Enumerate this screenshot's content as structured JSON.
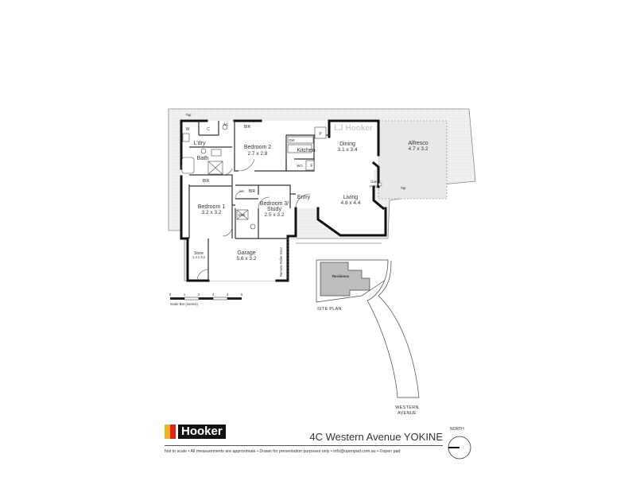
{
  "rooms": {
    "bedroom2": {
      "name": "Bedroom 2",
      "dims": "2.7 x 2.8"
    },
    "kitchen": {
      "name": "Kitchen"
    },
    "dining": {
      "name": "Dining",
      "dims": "3.1 x 3.4"
    },
    "alfresco": {
      "name": "Alfresco",
      "dims": "4.7 x 3.2"
    },
    "living": {
      "name": "Living",
      "dims": "4.8 x 4.4"
    },
    "bedroom1": {
      "name": "Bedroom 1",
      "dims": "3.2 x 3.2"
    },
    "bedroom3": {
      "name": "Bedroom 3/",
      "name2": "Study",
      "dims": "2.5 x 3.2"
    },
    "garage": {
      "name": "Garage",
      "dims": "5.6 x 3.2"
    },
    "store": {
      "name": "Store",
      "dims": "1.4 x 3.2"
    },
    "entry": {
      "name": "Entry"
    },
    "bath": {
      "name": "Bath"
    },
    "laundry": {
      "name": "L'dry"
    }
  },
  "small_labels": {
    "w": "W",
    "c": "C",
    "wc": "WC",
    "bir": "BIR",
    "p": "P",
    "dw": "DW",
    "wo": "WO",
    "f": "F",
    "lin": "Lin",
    "ens": "ENS",
    "tap": "Tap",
    "gas_point_1": "Gas",
    "gas_point_2": "Point",
    "remote_roller_door": "Remote Roller Door"
  },
  "watermark": "LJ Hooker",
  "scale_bar": {
    "ticks": [
      "0",
      "1",
      "2",
      "3",
      "4",
      "5"
    ],
    "caption": "Scale Bar (metres)"
  },
  "site_plan": {
    "residence": "Residence",
    "title": "SITE PLAN",
    "street_1": "WESTERN",
    "street_2": "AVENUE"
  },
  "footer": {
    "brand": "Hooker",
    "address": "4C Western Avenue YOKINE",
    "north": "NORTH",
    "disclaimer": "Not to scale  •  All measurements are approximate  •  Drawn for presentation purposes only  •  info@openpad.com.au  •  ©open pad"
  },
  "colors": {
    "brand_yellow": "#f5b21c",
    "brand_red": "#e2231a",
    "brand_black": "#111111",
    "garden": "#eeeeee",
    "residence": "#bdbdbd"
  }
}
